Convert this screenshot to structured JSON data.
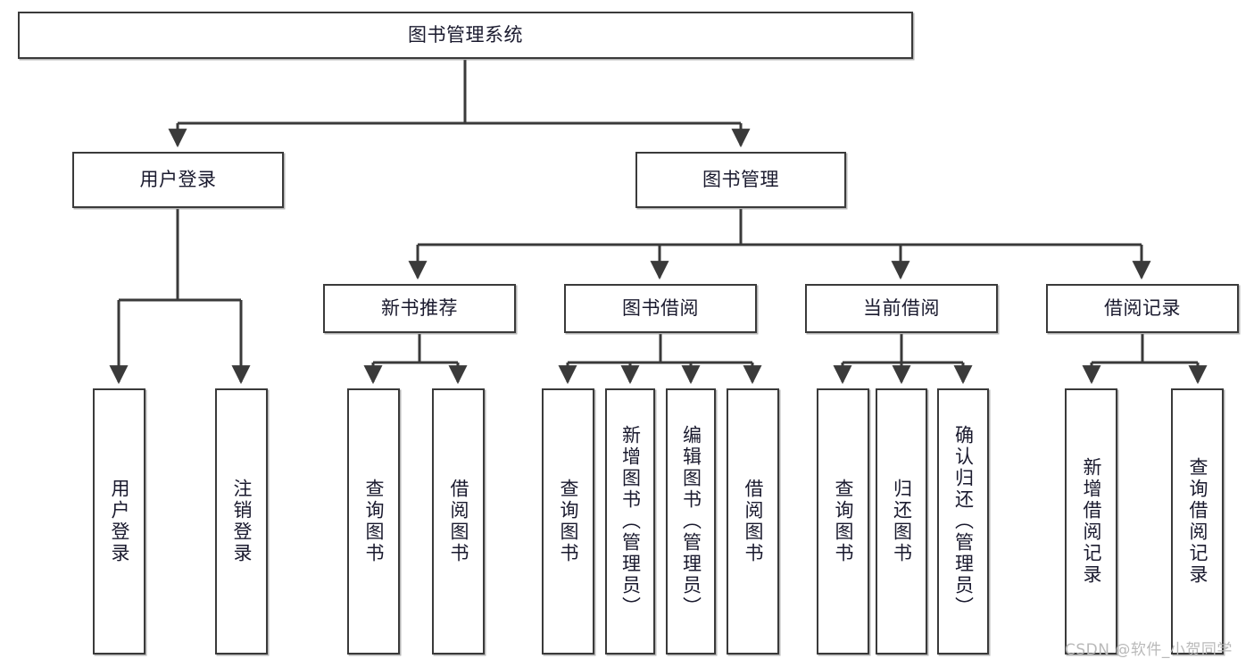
{
  "diagram": {
    "title": "图书管理系统",
    "type": "tree-hierarchy-chart",
    "watermark": "CSDN @软件_小贺同学",
    "colors": {
      "box_border": "#3a3a3a",
      "box_fill": "#ffffff",
      "text": "#1a1a2e",
      "edge": "#3a3a3a",
      "watermark": "#b9b9b9",
      "background": "#ffffff"
    },
    "root": {
      "label": "图书管理系统"
    },
    "level2": [
      {
        "id": "user-login",
        "label": "用户登录"
      },
      {
        "id": "book-manage",
        "label": "图书管理"
      }
    ],
    "level3": [
      {
        "id": "new-book-recommend",
        "label": "新书推荐"
      },
      {
        "id": "book-borrow",
        "label": "图书借阅"
      },
      {
        "id": "current-borrow",
        "label": "当前借阅"
      },
      {
        "id": "borrow-record",
        "label": "借阅记录"
      }
    ],
    "leaves": {
      "user_login": [
        {
          "id": "leaf-user-login",
          "label": "用户登录"
        },
        {
          "id": "leaf-logout-login",
          "label": "注销登录"
        }
      ],
      "new_book_recommend": [
        {
          "id": "leaf-query-book-1",
          "label": "查询图书"
        },
        {
          "id": "leaf-borrow-book-1",
          "label": "借阅图书"
        }
      ],
      "book_borrow": [
        {
          "id": "leaf-query-book-2",
          "label": "查询图书"
        },
        {
          "id": "leaf-add-book-admin",
          "label": "新增图书（管理员）"
        },
        {
          "id": "leaf-edit-book-admin",
          "label": "编辑图书（管理员）"
        },
        {
          "id": "leaf-borrow-book-2",
          "label": "借阅图书"
        }
      ],
      "current_borrow": [
        {
          "id": "leaf-query-book-3",
          "label": "查询图书"
        },
        {
          "id": "leaf-return-book",
          "label": "归还图书"
        },
        {
          "id": "leaf-confirm-return-admin",
          "label": "确认归还（管理员）"
        }
      ],
      "borrow_record": [
        {
          "id": "leaf-add-borrow-record",
          "label": "新增借阅记录"
        },
        {
          "id": "leaf-query-borrow-record",
          "label": "查询借阅记录"
        }
      ]
    }
  }
}
